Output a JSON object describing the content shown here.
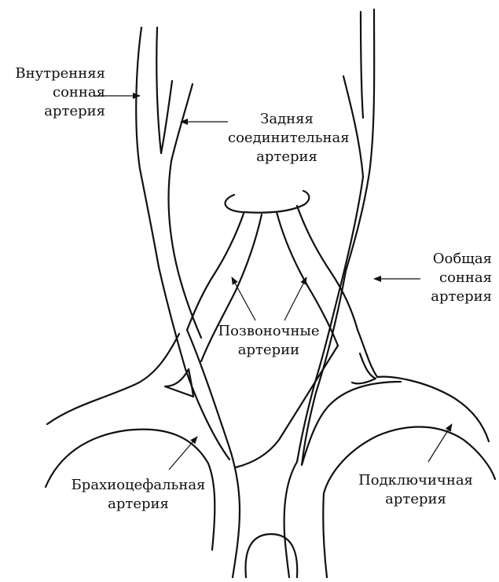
{
  "labels": {
    "internal_carotid": [
      "Внутренняя",
      "сонная",
      "артерия"
    ],
    "posterior_communicating": [
      "Задняя",
      "соединительная",
      "артерия"
    ],
    "common_carotid": [
      "Ообщая",
      "сонная",
      "артерия"
    ],
    "vertebral": [
      "Позвоночные",
      "артерии"
    ],
    "brachiocephalic": [
      "Брахиоцефальная",
      "артерия"
    ],
    "subclavian": [
      "Подключичная",
      "артерия"
    ]
  },
  "colors": {
    "ink": "#111111",
    "background": "#ffffff"
  }
}
